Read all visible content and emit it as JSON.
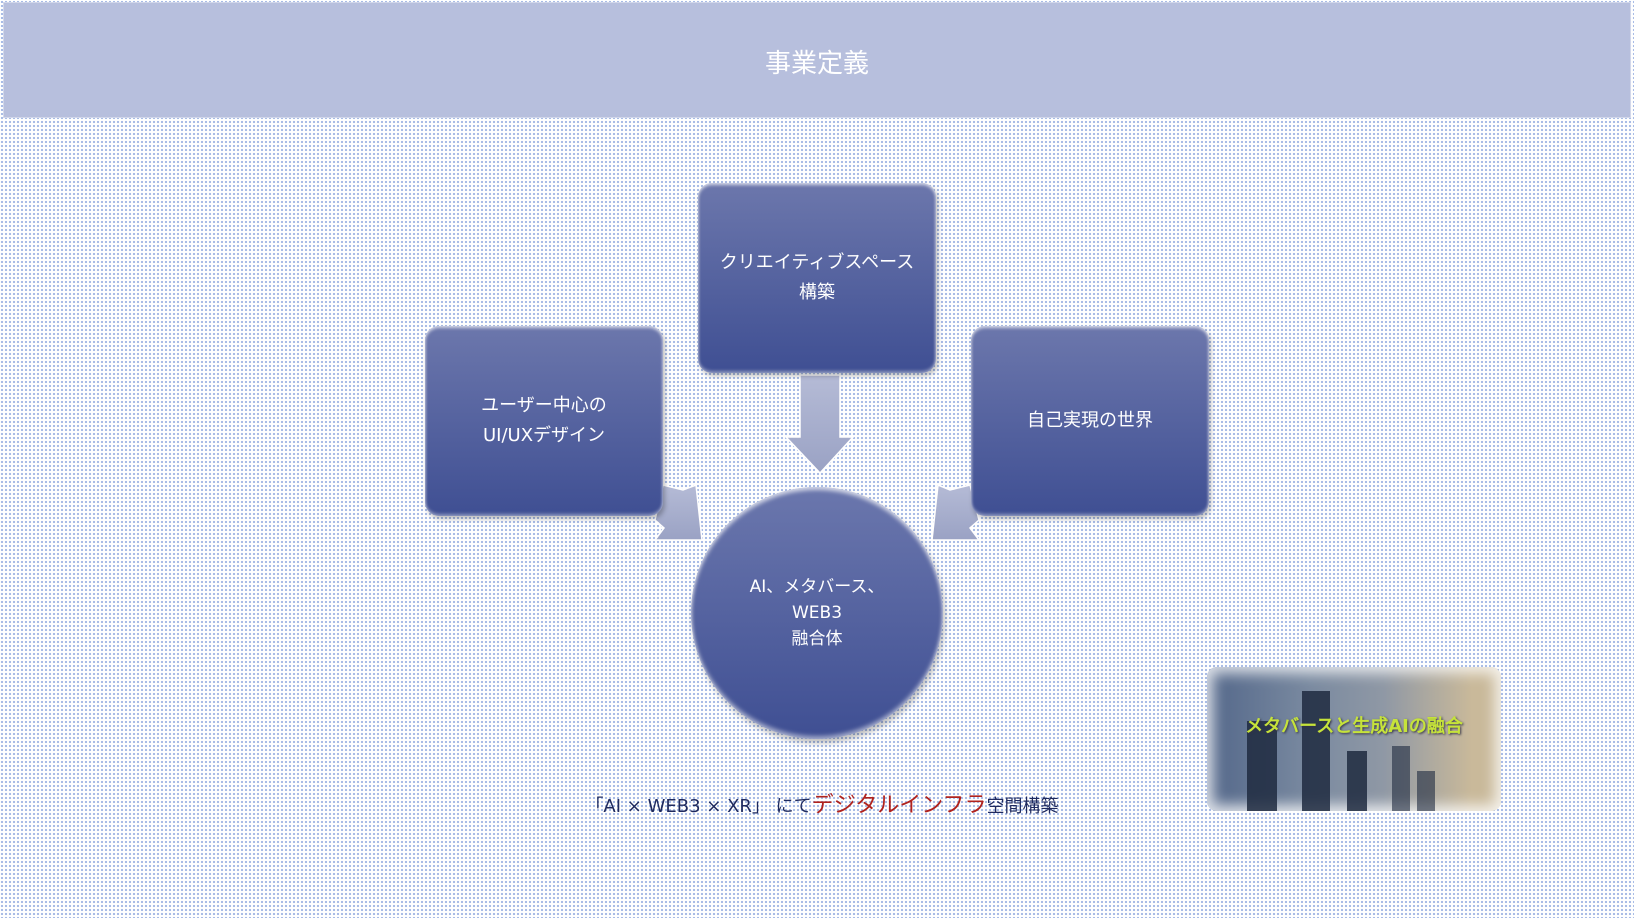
{
  "header": {
    "title": "事業定義"
  },
  "diagram": {
    "top": [
      "クリエイティブスペース",
      "構築"
    ],
    "left": [
      "ユーザー中心の",
      "UI/UXデザイン"
    ],
    "right": [
      "自己実現の世界"
    ],
    "center": [
      "AI、メタバース、",
      "WEB3",
      "融合体"
    ]
  },
  "caption": {
    "prefix": "「AI × WEB3 × XR」 にて",
    "highlight": "デジタルインフラ",
    "suffix": "空間構築"
  },
  "image": {
    "overlay_text": "メタバースと生成AIの融合"
  }
}
